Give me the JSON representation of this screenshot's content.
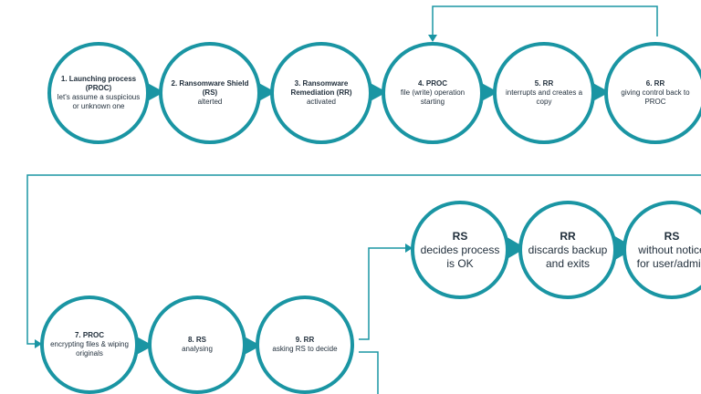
{
  "colors": {
    "teal": "#1a95a3",
    "text": "#1f2d3a"
  },
  "row1": [
    {
      "title": "1. Launching process (PROC)",
      "desc": "let's assume a suspicious or unknown one"
    },
    {
      "title": "2. Ransomware Shield (RS)",
      "desc": "alterted"
    },
    {
      "title": "3. Ransomware Remediation (RR)",
      "desc": "activated"
    },
    {
      "title": "4. PROC",
      "desc": "file (write) operation starting"
    },
    {
      "title": "5. RR",
      "desc": "interrupts and creates a copy"
    },
    {
      "title": "6. RR",
      "desc": "giving control back to PROC"
    }
  ],
  "row2": [
    {
      "title": "7. PROC",
      "desc": "encrypting files & wiping originals"
    },
    {
      "title": "8. RS",
      "desc": "analysing"
    },
    {
      "title": "9. RR",
      "desc": "asking RS to decide"
    }
  ],
  "branch_ok": [
    {
      "title": "RS",
      "desc": "decides process is OK"
    },
    {
      "title": "RR",
      "desc": "discards backup and exits"
    },
    {
      "title": "RS",
      "desc": "without notice for user/admin"
    }
  ]
}
